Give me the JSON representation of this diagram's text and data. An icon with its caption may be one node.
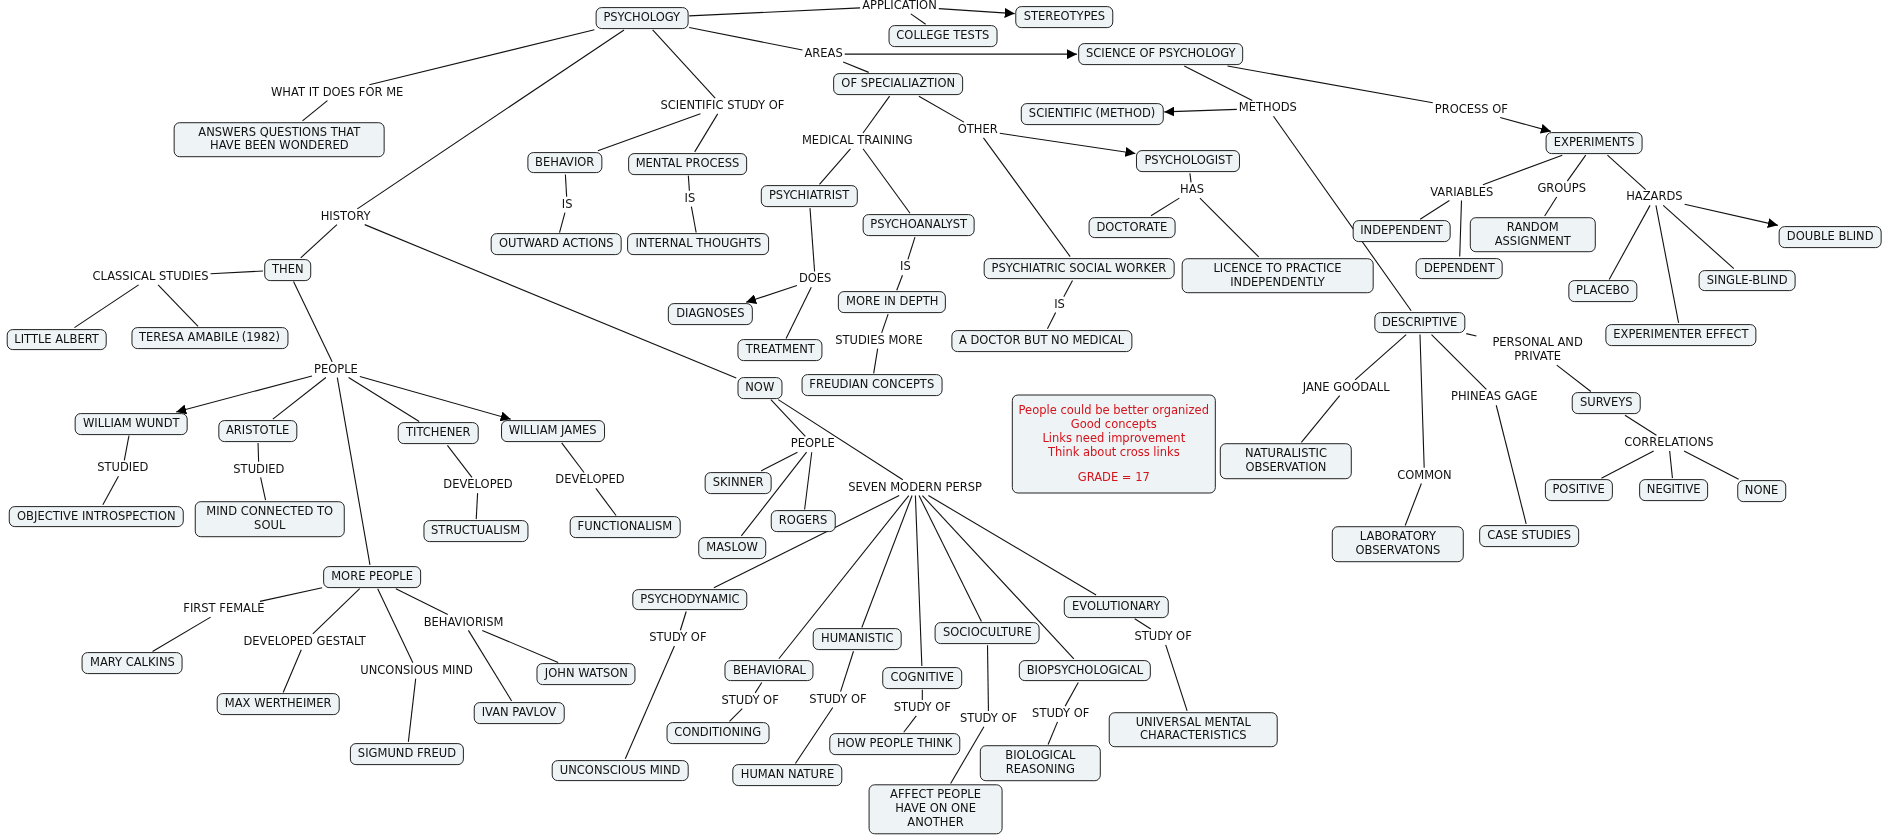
{
  "diagram": {
    "nodes": [
      {
        "text": [
          "PSYCHOLOGY"
        ]
      },
      {
        "text": [
          "APPLICATION"
        ]
      },
      {
        "text": [
          "STEREOTYPES"
        ]
      },
      {
        "text": [
          "COLLEGE TESTS"
        ]
      },
      {
        "text": [
          "AREAS"
        ]
      },
      {
        "text": [
          "SCIENCE OF PSYCHOLOGY"
        ]
      },
      {
        "text": [
          "OF SPECIALIAZTION"
        ]
      },
      {
        "text": [
          "WHAT IT DOES FOR ME"
        ]
      },
      {
        "text": [
          "ANSWERS QUESTIONS THAT HAVE BEEN WONDERED"
        ]
      },
      {
        "text": [
          "SCIENTIFIC STUDY OF"
        ]
      },
      {
        "text": [
          "BEHAVIOR"
        ]
      },
      {
        "text": [
          "MENTAL PROCESS"
        ]
      },
      {
        "text": [
          "IS"
        ]
      },
      {
        "text": [
          "IS"
        ]
      },
      {
        "text": [
          "OUTWARD ACTIONS"
        ]
      },
      {
        "text": [
          "INTERNAL THOUGHTS"
        ]
      },
      {
        "text": [
          "MEDICAL TRAINING"
        ]
      },
      {
        "text": [
          "OTHER"
        ]
      },
      {
        "text": [
          "SCIENTIFIC (METHOD)"
        ]
      },
      {
        "text": [
          "METHODS"
        ]
      },
      {
        "text": [
          "PROCESS OF"
        ]
      },
      {
        "text": [
          "EXPERIMENTS"
        ]
      },
      {
        "text": [
          "PSYCHOLOGIST"
        ]
      },
      {
        "text": [
          "HAS"
        ]
      },
      {
        "text": [
          "DOCTORATE"
        ]
      },
      {
        "text": [
          "LICENCE TO PRACTICE INDEPENDENTLY"
        ]
      },
      {
        "text": [
          "PSYCHIATRIC SOCIAL WORKER"
        ]
      },
      {
        "text": [
          "IS"
        ]
      },
      {
        "text": [
          "A DOCTOR BUT NO MEDICAL"
        ]
      },
      {
        "text": [
          "PSYCHIATRIST"
        ]
      },
      {
        "text": [
          "PSYCHOANALYST"
        ]
      },
      {
        "text": [
          "IS"
        ]
      },
      {
        "text": [
          "MORE IN DEPTH"
        ]
      },
      {
        "text": [
          "STUDIES MORE"
        ]
      },
      {
        "text": [
          "FREUDIAN CONCEPTS"
        ]
      },
      {
        "text": [
          "DOES"
        ]
      },
      {
        "text": [
          "DIAGNOSES"
        ]
      },
      {
        "text": [
          "TREATMENT"
        ]
      },
      {
        "text": [
          "HISTORY"
        ]
      },
      {
        "text": [
          "THEN"
        ]
      },
      {
        "text": [
          "CLASSICAL STUDIES"
        ]
      },
      {
        "text": [
          "LITTLE ALBERT"
        ]
      },
      {
        "text": [
          "TERESA AMABILE (1982)"
        ]
      },
      {
        "text": [
          "PEOPLE"
        ]
      },
      {
        "text": [
          "WILLIAM WUNDT"
        ]
      },
      {
        "text": [
          "ARISTOTLE"
        ]
      },
      {
        "text": [
          "TITCHENER"
        ]
      },
      {
        "text": [
          "WILLIAM JAMES"
        ]
      },
      {
        "text": [
          "STUDIED"
        ]
      },
      {
        "text": [
          "STUDIED"
        ]
      },
      {
        "text": [
          "OBJECTIVE INTROSPECTION"
        ]
      },
      {
        "text": [
          "MIND CONNECTED TO SOUL"
        ]
      },
      {
        "text": [
          "DEVELOPED"
        ]
      },
      {
        "text": [
          "DEVELOPED"
        ]
      },
      {
        "text": [
          "STRUCTUALISM"
        ]
      },
      {
        "text": [
          "FUNCTIONALISM"
        ]
      },
      {
        "text": [
          "MORE PEOPLE"
        ]
      },
      {
        "text": [
          "FIRST FEMALE"
        ]
      },
      {
        "text": [
          "DEVELOPED GESTALT"
        ]
      },
      {
        "text": [
          "UNCONSIOUS MIND"
        ]
      },
      {
        "text": [
          "BEHAVIORISM"
        ]
      },
      {
        "text": [
          "MARY CALKINS"
        ]
      },
      {
        "text": [
          "MAX WERTHEIMER"
        ]
      },
      {
        "text": [
          "SIGMUND FREUD"
        ]
      },
      {
        "text": [
          "IVAN PAVLOV"
        ]
      },
      {
        "text": [
          "JOHN WATSON"
        ]
      },
      {
        "text": [
          "NOW"
        ]
      },
      {
        "text": [
          "PEOPLE"
        ]
      },
      {
        "text": [
          "SKINNER"
        ]
      },
      {
        "text": [
          "ROGERS"
        ]
      },
      {
        "text": [
          "MASLOW"
        ]
      },
      {
        "text": [
          "SEVEN MODERN PERSP"
        ]
      },
      {
        "text": [
          "PSYCHODYNAMIC"
        ]
      },
      {
        "text": [
          "STUDY OF"
        ]
      },
      {
        "text": [
          "UNCONSCIOUS MIND"
        ]
      },
      {
        "text": [
          "HUMANISTIC"
        ]
      },
      {
        "text": [
          "BEHAVIORAL"
        ]
      },
      {
        "text": [
          "STUDY OF"
        ]
      },
      {
        "text": [
          "CONDITIONING"
        ]
      },
      {
        "text": [
          "STUDY OF"
        ]
      },
      {
        "text": [
          "HUMAN NATURE"
        ]
      },
      {
        "text": [
          "COGNITIVE"
        ]
      },
      {
        "text": [
          "STUDY OF"
        ]
      },
      {
        "text": [
          "HOW PEOPLE THINK"
        ]
      },
      {
        "text": [
          "SOCIOCULTURE"
        ]
      },
      {
        "text": [
          "STUDY OF"
        ]
      },
      {
        "text": [
          "AFFECT PEOPLE HAVE ON ONE ANOTHER"
        ]
      },
      {
        "text": [
          "BIOPSYCHOLOGICAL"
        ]
      },
      {
        "text": [
          "STUDY OF"
        ]
      },
      {
        "text": [
          "BIOLOGICAL REASONING"
        ]
      },
      {
        "text": [
          "EVOLUTIONARY"
        ]
      },
      {
        "text": [
          "STUDY OF"
        ]
      },
      {
        "text": [
          "UNIVERSAL MENTAL CHARACTERISTICS"
        ]
      },
      {
        "text": [
          "People could be better organized",
          "Good concepts",
          "Links need improvement",
          "Think about cross links",
          "GRADE = 17"
        ]
      },
      {
        "text": [
          "VARIABLES"
        ]
      },
      {
        "text": [
          "GROUPS"
        ]
      },
      {
        "text": [
          "HAZARDS"
        ]
      },
      {
        "text": [
          "INDEPENDENT"
        ]
      },
      {
        "text": [
          "DEPENDENT"
        ]
      },
      {
        "text": [
          "RANDOM ASSIGNMENT"
        ]
      },
      {
        "text": [
          "DOUBLE BLIND"
        ]
      },
      {
        "text": [
          "PLACEBO"
        ]
      },
      {
        "text": [
          "SINGLE-BLIND"
        ]
      },
      {
        "text": [
          "EXPERIMENTER EFFECT"
        ]
      },
      {
        "text": [
          "DESCRIPTIVE"
        ]
      },
      {
        "text": [
          "PERSONAL AND PRIVATE"
        ]
      },
      {
        "text": [
          "SURVEYS"
        ]
      },
      {
        "text": [
          "CORRELATIONS"
        ]
      },
      {
        "text": [
          "POSITIVE"
        ]
      },
      {
        "text": [
          "NEGITIVE"
        ]
      },
      {
        "text": [
          "NONE"
        ]
      },
      {
        "text": [
          "JANE GOODALL"
        ]
      },
      {
        "text": [
          "NATURALISTIC OBSERVATION"
        ]
      },
      {
        "text": [
          "COMMON"
        ]
      },
      {
        "text": [
          "LABORATORY OBSERVATONS"
        ]
      },
      {
        "text": [
          "PHINEAS GAGE"
        ]
      },
      {
        "text": [
          "CASE STUDIES"
        ]
      }
    ],
    "edges": [
      {
        "from": 0,
        "to": 1,
        "arrow": "none"
      },
      {
        "from": 1,
        "to": 2,
        "arrow": "to"
      },
      {
        "from": 1,
        "to": 3,
        "arrow": "none"
      },
      {
        "from": 0,
        "to": 4,
        "arrow": "none"
      },
      {
        "from": 4,
        "to": 5,
        "arrow": "to"
      },
      {
        "from": 4,
        "to": 6,
        "arrow": "none"
      },
      {
        "from": 0,
        "to": 7,
        "arrow": "none"
      },
      {
        "from": 7,
        "to": 8,
        "arrow": "none"
      },
      {
        "from": 0,
        "to": 9,
        "arrow": "none"
      },
      {
        "from": 9,
        "to": 10,
        "arrow": "none"
      },
      {
        "from": 9,
        "to": 11,
        "arrow": "none"
      },
      {
        "from": 10,
        "to": 12,
        "arrow": "none"
      },
      {
        "from": 12,
        "to": 14,
        "arrow": "none"
      },
      {
        "from": 11,
        "to": 13,
        "arrow": "none"
      },
      {
        "from": 13,
        "to": 15,
        "arrow": "none"
      },
      {
        "from": 0,
        "to": 38,
        "arrow": "none"
      },
      {
        "from": 6,
        "to": 16,
        "arrow": "none"
      },
      {
        "from": 16,
        "to": 29,
        "arrow": "none"
      },
      {
        "from": 16,
        "to": 30,
        "arrow": "none"
      },
      {
        "from": 6,
        "to": 17,
        "arrow": "none"
      },
      {
        "from": 17,
        "to": 22,
        "arrow": "to"
      },
      {
        "from": 17,
        "to": 26,
        "arrow": "none"
      },
      {
        "from": 5,
        "to": 19,
        "arrow": "none"
      },
      {
        "from": 19,
        "to": 18,
        "arrow": "to"
      },
      {
        "from": 19,
        "to": 104,
        "arrow": "none"
      },
      {
        "from": 5,
        "to": 20,
        "arrow": "none"
      },
      {
        "from": 20,
        "to": 21,
        "arrow": "to"
      },
      {
        "from": 22,
        "to": 23,
        "arrow": "none"
      },
      {
        "from": 23,
        "to": 24,
        "arrow": "none"
      },
      {
        "from": 23,
        "to": 25,
        "arrow": "none"
      },
      {
        "from": 26,
        "to": 27,
        "arrow": "none"
      },
      {
        "from": 27,
        "to": 28,
        "arrow": "none"
      },
      {
        "from": 30,
        "to": 31,
        "arrow": "none"
      },
      {
        "from": 31,
        "to": 32,
        "arrow": "none"
      },
      {
        "from": 32,
        "to": 33,
        "arrow": "none"
      },
      {
        "from": 33,
        "to": 34,
        "arrow": "none"
      },
      {
        "from": 29,
        "to": 35,
        "arrow": "none"
      },
      {
        "from": 35,
        "to": 36,
        "arrow": "to"
      },
      {
        "from": 35,
        "to": 37,
        "arrow": "none"
      },
      {
        "from": 38,
        "to": 39,
        "arrow": "none"
      },
      {
        "from": 38,
        "to": 66,
        "arrow": "none"
      },
      {
        "from": 39,
        "to": 40,
        "arrow": "none"
      },
      {
        "from": 40,
        "to": 41,
        "arrow": "none"
      },
      {
        "from": 40,
        "to": 42,
        "arrow": "none"
      },
      {
        "from": 39,
        "to": 43,
        "arrow": "none"
      },
      {
        "from": 43,
        "to": 44,
        "arrow": "to"
      },
      {
        "from": 43,
        "to": 45,
        "arrow": "none"
      },
      {
        "from": 43,
        "to": 46,
        "arrow": "none"
      },
      {
        "from": 43,
        "to": 47,
        "arrow": "to"
      },
      {
        "from": 43,
        "to": 56,
        "arrow": "none"
      },
      {
        "from": 44,
        "to": 48,
        "arrow": "none"
      },
      {
        "from": 48,
        "to": 50,
        "arrow": "none"
      },
      {
        "from": 45,
        "to": 49,
        "arrow": "none"
      },
      {
        "from": 49,
        "to": 51,
        "arrow": "none"
      },
      {
        "from": 46,
        "to": 52,
        "arrow": "none"
      },
      {
        "from": 52,
        "to": 54,
        "arrow": "none"
      },
      {
        "from": 47,
        "to": 53,
        "arrow": "none"
      },
      {
        "from": 53,
        "to": 55,
        "arrow": "none"
      },
      {
        "from": 56,
        "to": 57,
        "arrow": "none"
      },
      {
        "from": 57,
        "to": 61,
        "arrow": "none"
      },
      {
        "from": 56,
        "to": 58,
        "arrow": "none"
      },
      {
        "from": 58,
        "to": 62,
        "arrow": "none"
      },
      {
        "from": 56,
        "to": 59,
        "arrow": "none"
      },
      {
        "from": 59,
        "to": 63,
        "arrow": "none"
      },
      {
        "from": 56,
        "to": 60,
        "arrow": "none"
      },
      {
        "from": 60,
        "to": 64,
        "arrow": "none"
      },
      {
        "from": 60,
        "to": 65,
        "arrow": "none"
      },
      {
        "from": 66,
        "to": 67,
        "arrow": "none"
      },
      {
        "from": 67,
        "to": 68,
        "arrow": "none"
      },
      {
        "from": 67,
        "to": 69,
        "arrow": "none"
      },
      {
        "from": 67,
        "to": 70,
        "arrow": "none"
      },
      {
        "from": 66,
        "to": 71,
        "arrow": "none"
      },
      {
        "from": 71,
        "to": 72,
        "arrow": "none"
      },
      {
        "from": 71,
        "to": 76,
        "arrow": "none"
      },
      {
        "from": 71,
        "to": 75,
        "arrow": "none"
      },
      {
        "from": 71,
        "to": 81,
        "arrow": "none"
      },
      {
        "from": 71,
        "to": 84,
        "arrow": "none"
      },
      {
        "from": 71,
        "to": 87,
        "arrow": "none"
      },
      {
        "from": 71,
        "to": 90,
        "arrow": "none"
      },
      {
        "from": 72,
        "to": 73,
        "arrow": "none"
      },
      {
        "from": 73,
        "to": 74,
        "arrow": "none"
      },
      {
        "from": 76,
        "to": 77,
        "arrow": "none"
      },
      {
        "from": 77,
        "to": 78,
        "arrow": "none"
      },
      {
        "from": 75,
        "to": 79,
        "arrow": "none"
      },
      {
        "from": 79,
        "to": 80,
        "arrow": "none"
      },
      {
        "from": 81,
        "to": 82,
        "arrow": "none"
      },
      {
        "from": 82,
        "to": 83,
        "arrow": "none"
      },
      {
        "from": 84,
        "to": 85,
        "arrow": "none"
      },
      {
        "from": 85,
        "to": 86,
        "arrow": "none"
      },
      {
        "from": 87,
        "to": 88,
        "arrow": "none"
      },
      {
        "from": 88,
        "to": 89,
        "arrow": "none"
      },
      {
        "from": 90,
        "to": 91,
        "arrow": "none"
      },
      {
        "from": 91,
        "to": 92,
        "arrow": "none"
      },
      {
        "from": 21,
        "to": 94,
        "arrow": "none"
      },
      {
        "from": 94,
        "to": 97,
        "arrow": "none"
      },
      {
        "from": 94,
        "to": 98,
        "arrow": "none"
      },
      {
        "from": 21,
        "to": 95,
        "arrow": "none"
      },
      {
        "from": 95,
        "to": 99,
        "arrow": "none"
      },
      {
        "from": 21,
        "to": 96,
        "arrow": "none"
      },
      {
        "from": 96,
        "to": 100,
        "arrow": "to"
      },
      {
        "from": 96,
        "to": 101,
        "arrow": "none"
      },
      {
        "from": 96,
        "to": 102,
        "arrow": "none"
      },
      {
        "from": 96,
        "to": 103,
        "arrow": "none"
      },
      {
        "from": 104,
        "to": 105,
        "arrow": "none"
      },
      {
        "from": 105,
        "to": 106,
        "arrow": "none"
      },
      {
        "from": 106,
        "to": 107,
        "arrow": "none"
      },
      {
        "from": 107,
        "to": 108,
        "arrow": "none"
      },
      {
        "from": 107,
        "to": 109,
        "arrow": "none"
      },
      {
        "from": 107,
        "to": 110,
        "arrow": "none"
      },
      {
        "from": 104,
        "to": 111,
        "arrow": "none"
      },
      {
        "from": 111,
        "to": 112,
        "arrow": "none"
      },
      {
        "from": 104,
        "to": 113,
        "arrow": "none"
      },
      {
        "from": 113,
        "to": 114,
        "arrow": "none"
      },
      {
        "from": 104,
        "to": 115,
        "arrow": "none"
      },
      {
        "from": 115,
        "to": 116,
        "arrow": "none"
      }
    ]
  }
}
